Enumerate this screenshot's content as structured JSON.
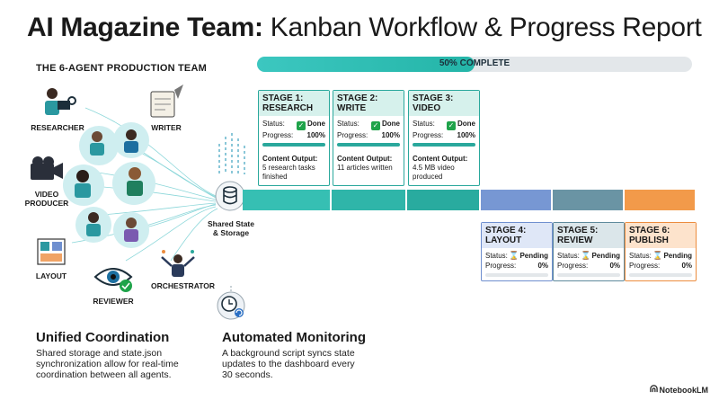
{
  "title_bold": "AI Magazine Team:",
  "title_rest": " Kanban Workflow & Progress Report",
  "team_heading": "THE 6-AGENT PRODUCTION TEAM",
  "progress": {
    "fraction": 0.5,
    "label": "50% COMPLETE",
    "fill_color": "#2ebcb2"
  },
  "agents": {
    "researcher": "RESEARCHER",
    "writer": "WRITER",
    "video_producer_1": "VIDEO",
    "video_producer_2": "PRODUCER",
    "layout": "LAYOUT",
    "reviewer": "REVIEWER",
    "orchestrator": "ORCHESTRATOR"
  },
  "storage": {
    "line1": "Shared State",
    "line2": "& Storage"
  },
  "stages": [
    {
      "title1": "STAGE 1:",
      "title2": "RESEARCH",
      "status_label": "Status:",
      "status": "Done",
      "progress_label": "Progress:",
      "progress": "100%",
      "output_label": "Content Output:",
      "output": "5 research tasks finished",
      "color": "#2aa89c"
    },
    {
      "title1": "STAGE 2:",
      "title2": "WRITE",
      "status_label": "Status:",
      "status": "Done",
      "progress_label": "Progress:",
      "progress": "100%",
      "output_label": "Content Output:",
      "output": "11 articles written",
      "color": "#2aa89c"
    },
    {
      "title1": "STAGE 3:",
      "title2": "VIDEO",
      "status_label": "Status:",
      "status": "Done",
      "progress_label": "Progress:",
      "progress": "100%",
      "output_label": "Content Output:",
      "output": "4.5 MB video produced",
      "color": "#2aa89c"
    },
    {
      "title1": "STAGE 4:",
      "title2": "LAYOUT",
      "status_label": "Status:",
      "status": "Pending",
      "progress_label": "Progress:",
      "progress": "0%",
      "color": "#6f8fcf"
    },
    {
      "title1": "STAGE 5:",
      "title2": "REVIEW",
      "status_label": "Status:",
      "status": "Pending",
      "progress_label": "Progress:",
      "progress": "0%",
      "color": "#5e8a9c"
    },
    {
      "title1": "STAGE 6:",
      "title2": "PUBLISH",
      "status_label": "Status:",
      "status": "Pending",
      "progress_label": "Progress:",
      "progress": "0%",
      "color": "#ec8c3e"
    }
  ],
  "footer": {
    "left_heading": "Unified Coordination",
    "left_text_1": "Shared storage and state.json",
    "left_text_2": "synchronization allow for real-time",
    "left_text_3": "coordination between all agents.",
    "right_heading": "Automated Monitoring",
    "right_text_1": "A background script syncs state",
    "right_text_2": "updates to the dashboard every",
    "right_text_3": "30 seconds."
  },
  "brand": "NotebookLM",
  "colors": {
    "done_header": "#d6f1ec",
    "layout_header": "#dfe7f7",
    "review_header": "#dbe6ea",
    "publish_header": "#fde3cc"
  }
}
